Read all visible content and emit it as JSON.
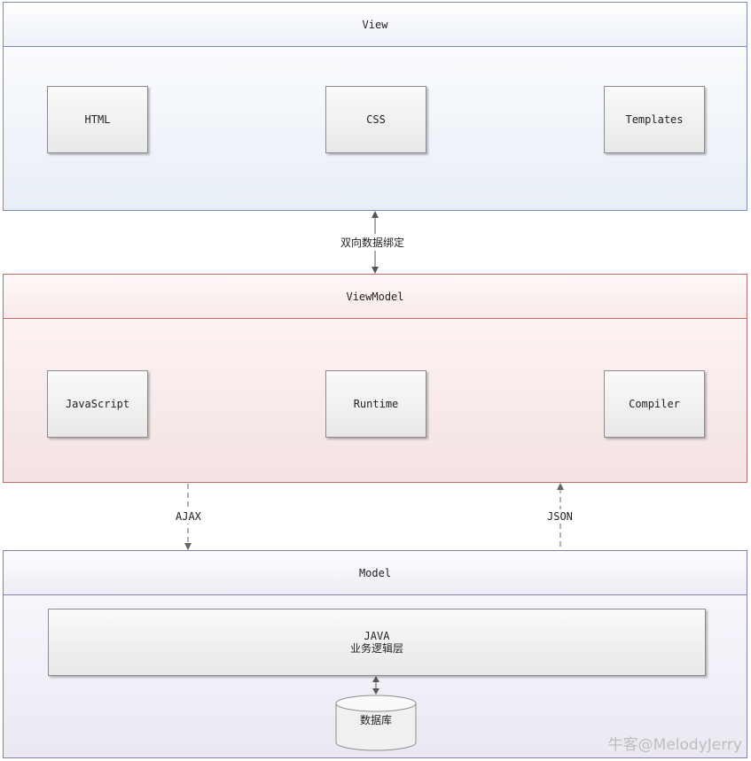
{
  "layers": {
    "view": {
      "title": "View",
      "items": [
        "HTML",
        "CSS",
        "Templates"
      ]
    },
    "viewmodel": {
      "title": "ViewModel",
      "items": [
        "JavaScript",
        "Runtime",
        "Compiler"
      ]
    },
    "model": {
      "title": "Model",
      "business_line1": "JAVA",
      "business_line2": "业务逻辑层",
      "database": "数据库"
    }
  },
  "connections": {
    "binding": "双向数据绑定",
    "ajax": "AJAX",
    "json": "JSON"
  },
  "watermark": "牛客@MelodyJerry"
}
